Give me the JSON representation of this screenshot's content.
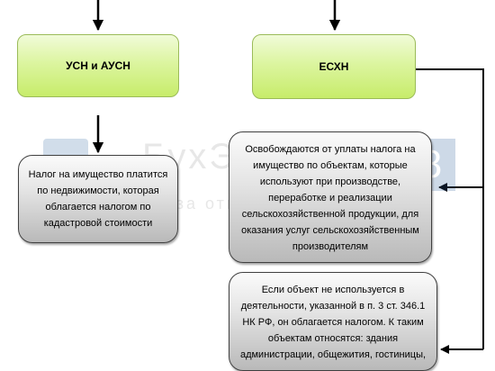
{
  "boxes": {
    "usn": "УСН и АУСН",
    "eshn": "ЕСХН",
    "cadastral": "Налог на имущество платится\nпо недвижимости, которая\nоблагается налогом по\nкадастровой стоимости",
    "exempt": "Освобождаются от уплаты налога на\nимущество по объектам, которые\nиспользуют при производстве,\nпереработке и реализации\nсельскохозяйственной продукции, для\nоказания услуг сельскохозяйственным\nпроизводителям",
    "taxed": "Если объект не используется в\nдеятельности, указанной в п. 3 ст. 346.1\nНК РФ, он облагается налогом. К таким\nобъектам относятся: здания\nадминистрации, общежития, гостиницы,"
  },
  "watermark": {
    "title": "БухЭксперт",
    "subtitle": "база ответов по учету в 1С",
    "badge": "8"
  },
  "colors": {
    "green_border": "#9bbb59",
    "gray_border": "#404040",
    "arrow": "#000000"
  }
}
